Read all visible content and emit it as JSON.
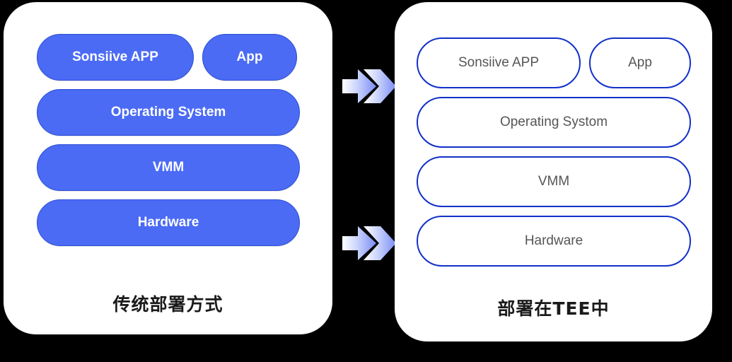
{
  "page": {
    "background_color": "#000000",
    "card_background": "#ffffff"
  },
  "colors": {
    "filled_pill_fill": "#4b6bf5",
    "filled_pill_border": "#2b4fd6",
    "filled_pill_text": "#ffffff",
    "outlined_pill_border": "#1230c8",
    "outlined_pill_text": "#565656",
    "caption_text": "#1a1a1a",
    "arrow_gradient_start": "#ffffff",
    "arrow_gradient_end": "#7b8ef7"
  },
  "panels": {
    "left": {
      "caption": "传统部署方式",
      "rows": [
        {
          "type": "split",
          "pills": [
            {
              "label": "Sonsiive APP"
            },
            {
              "label": "App"
            }
          ]
        },
        {
          "type": "full",
          "pills": [
            {
              "label": "Operating System"
            }
          ]
        },
        {
          "type": "full",
          "pills": [
            {
              "label": "VMM"
            }
          ]
        },
        {
          "type": "full",
          "pills": [
            {
              "label": "Hardware"
            }
          ]
        }
      ]
    },
    "right": {
      "caption": "部署在TEE中",
      "rows": [
        {
          "type": "split",
          "pills": [
            {
              "label": "Sonsiive APP"
            },
            {
              "label": "App"
            }
          ]
        },
        {
          "type": "full",
          "pills": [
            {
              "label": "Operating Systom"
            }
          ]
        },
        {
          "type": "full",
          "pills": [
            {
              "label": "VMM"
            }
          ]
        },
        {
          "type": "full",
          "pills": [
            {
              "label": "Hardware"
            }
          ]
        }
      ]
    }
  },
  "arrows": [
    {
      "name": "double-chevron-arrow-top",
      "direction": "right"
    },
    {
      "name": "double-chevron-arrow-bottom",
      "direction": "right"
    }
  ]
}
